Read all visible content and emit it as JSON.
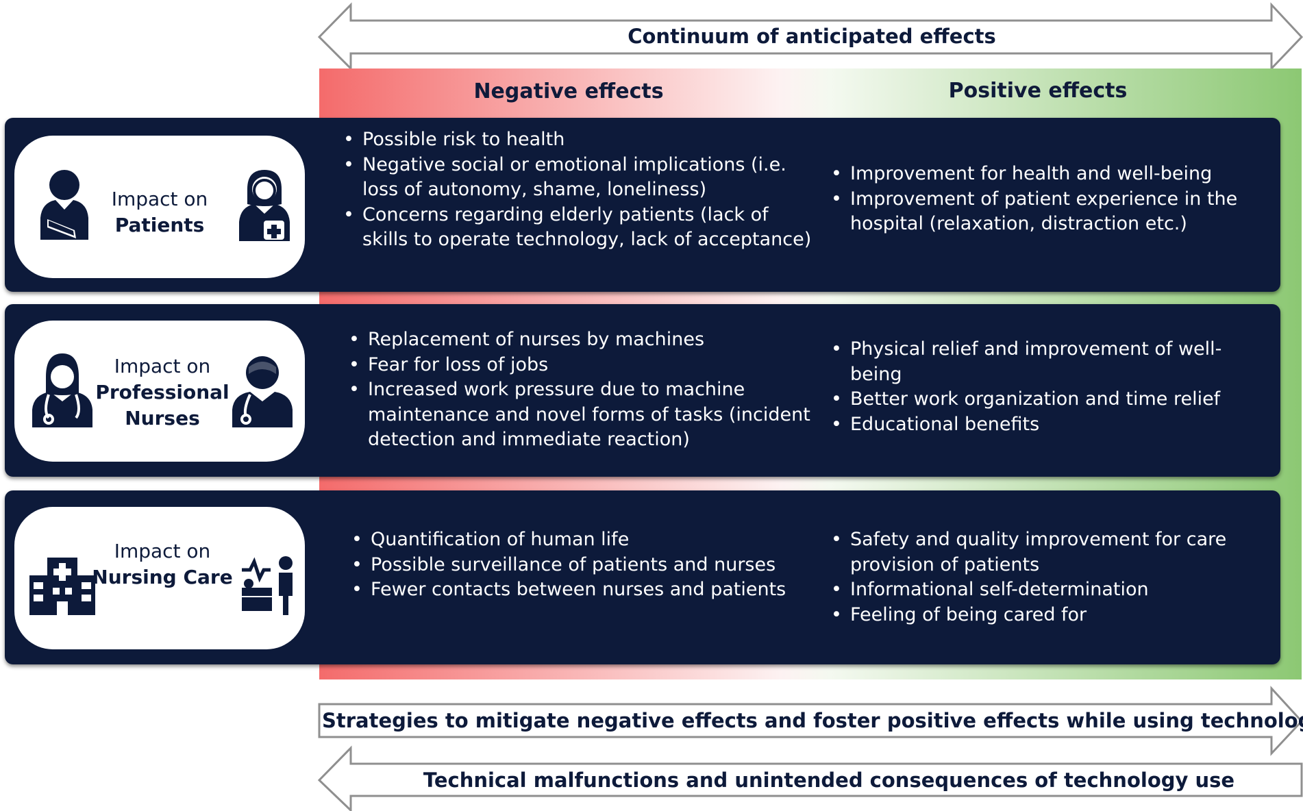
{
  "header": {
    "continuum": "Continuum of anticipated effects",
    "negative": "Negative effects",
    "positive": "Positive effects"
  },
  "colors": {
    "navy": "#0d1a3a",
    "negative_red": "#f46b6b",
    "positive_green": "#8cc873"
  },
  "rows": [
    {
      "title_line1": "Impact on",
      "title_line2": "Patients",
      "icons": [
        "patient-with-sling-icon",
        "nurse-icon"
      ],
      "negative": [
        "Possible risk to health",
        "Negative social or emotional implications (i.e. loss of autonomy, shame, loneliness)",
        "Concerns regarding elderly patients (lack of skills to operate technology, lack of acceptance)"
      ],
      "positive": [
        "Improvement for health and well-being",
        "Improvement of patient experience in the hospital (relaxation, distraction etc.)"
      ]
    },
    {
      "title_line1": "Impact on",
      "title_line2": "Professional Nurses",
      "icons": [
        "female-nurse-icon",
        "male-nurse-icon"
      ],
      "negative": [
        "Replacement of nurses by machines",
        "Fear for loss of jobs",
        "Increased work pressure due to machine maintenance and novel forms of tasks (incident detection and immediate reaction)"
      ],
      "positive": [
        "Physical relief and improvement of well-being",
        "Better work organization and time relief",
        "Educational benefits"
      ]
    },
    {
      "title_line1": "Impact on",
      "title_line2": "Nursing Care",
      "icons": [
        "hospital-building-icon",
        "patient-monitoring-icon"
      ],
      "negative": [
        "Quantification of human life",
        "Possible surveillance of patients and nurses",
        "Fewer contacts between nurses and patients"
      ],
      "positive": [
        "Safety and quality improvement for care provision of patients",
        "Informational self-determination",
        "Feeling of being cared for"
      ]
    }
  ],
  "footer": {
    "strategies": "Strategies to mitigate negative effects and foster positive effects while using technology",
    "malfunctions": "Technical malfunctions and unintended consequences of technology use"
  }
}
